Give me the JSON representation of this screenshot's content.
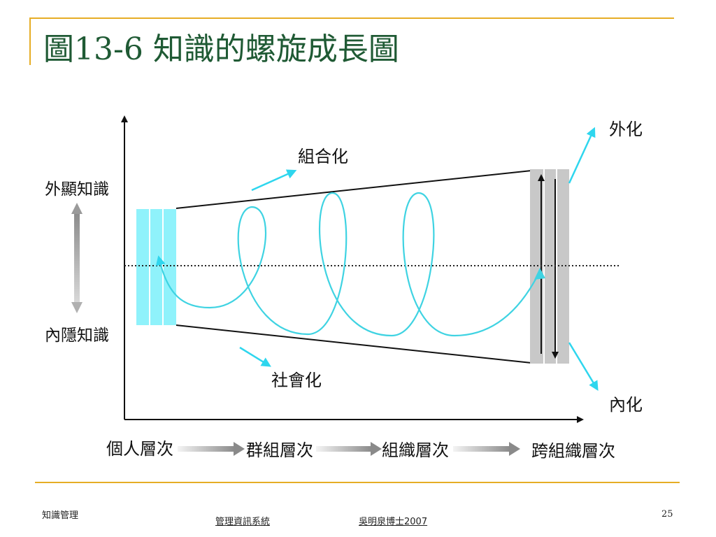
{
  "slide": {
    "title": "圖13-6 知識的螺旋成長圖",
    "footer_left": "知識管理",
    "footer_center": "管理資訊系統",
    "footer_author": "吳明泉博士2007",
    "page_number": "25"
  },
  "diagram": {
    "y_axis": {
      "top_label": "外顯知識",
      "bottom_label": "內隱知識"
    },
    "x_axis": {
      "levels": [
        "個人層次",
        "群組層次",
        "組織層次",
        "跨組織層次"
      ]
    },
    "process_labels": {
      "combination": "組合化",
      "socialization": "社會化",
      "externalization": "外化",
      "internalization": "內化"
    },
    "colors": {
      "spiral": "#3fd3e2",
      "left_box": "#8ff2fb",
      "right_box": "#c8c8c8",
      "accent_arrow": "#2ed6ee",
      "frame": "#e6ad25",
      "title": "#1f5a34"
    }
  }
}
